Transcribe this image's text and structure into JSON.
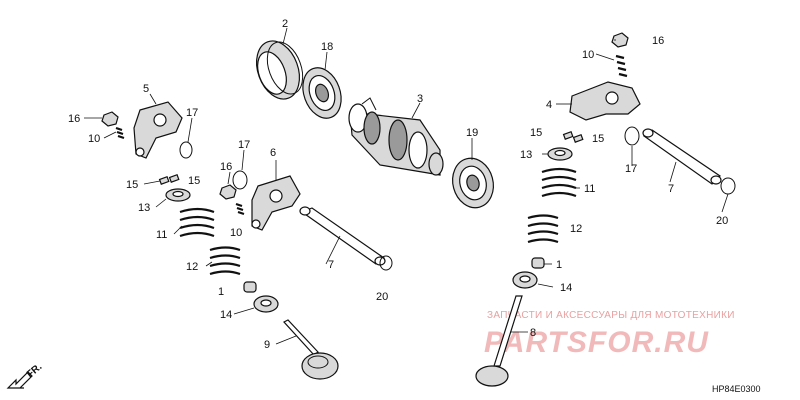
{
  "watermark": {
    "line1": "ЗАПЧАСТИ И АКСЕССУАРЫ ДЛЯ МОТОТЕХНИКИ",
    "line2": "PARTSFOR.RU"
  },
  "diagram_code": "HP84E0300",
  "direction_label": "FR.",
  "callouts": {
    "c2": "2",
    "c18": "18",
    "c3": "3",
    "c19": "19",
    "c16a": "16",
    "c10a": "10",
    "c5": "5",
    "c17a": "17",
    "c15a": "15",
    "c15b": "15",
    "c13a": "13",
    "c11a": "11",
    "c12a": "12",
    "c1a": "1",
    "c14a": "14",
    "c9": "9",
    "c17b": "17",
    "c16b": "16",
    "c6": "6",
    "c10b": "10",
    "c7a": "7",
    "c20a": "20",
    "c16c": "16",
    "c10c": "10",
    "c4": "4",
    "c15c": "15",
    "c15d": "15",
    "c13b": "13",
    "c11b": "11",
    "c12b": "12",
    "c1b": "1",
    "c14b": "14",
    "c8": "8",
    "c17c": "17",
    "c7b": "7",
    "c20b": "20"
  }
}
